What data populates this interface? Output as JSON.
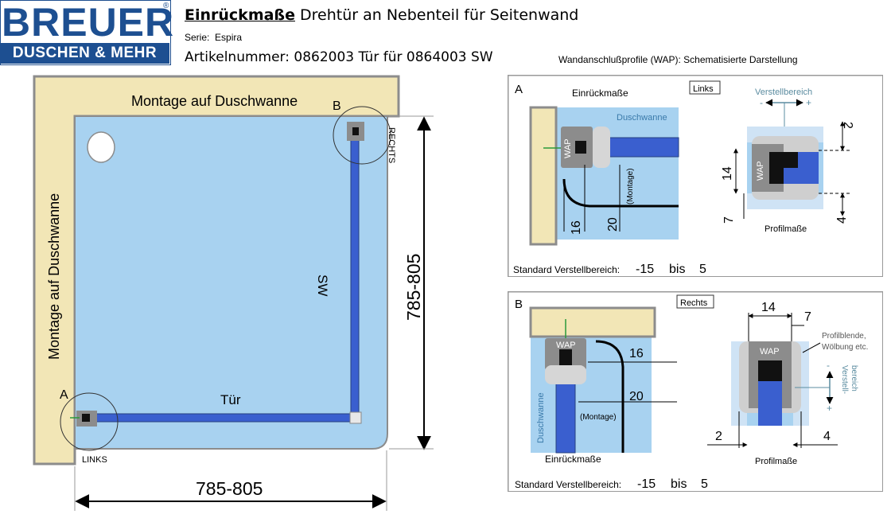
{
  "logo": {
    "brand": "BREUER",
    "registered": "®",
    "tagline": "DUSCHEN & MEHR"
  },
  "header": {
    "title_bold": "Einrückmaße",
    "title_rest": " Drehtür an Nebenteil für Seitenwand",
    "serie_label": "Serie:",
    "serie_value": "Espira",
    "article_label": "Artikelnummer:",
    "article_value": "0862003 Tür  für 0864003 SW"
  },
  "wap_title": "Wandanschlußprofile (WAP): Schematisierte Darstellung",
  "main_drawing": {
    "label_top": "Montage auf Duschwanne",
    "label_left": "Montage auf Duschwanne",
    "label_door": "Tür",
    "label_sidewall": "SW",
    "corner_a": "A",
    "corner_b": "B",
    "corner_links": "LINKS",
    "corner_rechts": "RECHTS",
    "dim_width": "785-805",
    "dim_depth": "785-805"
  },
  "panel_a": {
    "letter": "A",
    "heading": "Einrückmaße",
    "tag": "Links",
    "tray": "Duschwanne",
    "wap": "WAP",
    "montage": "(Montage)",
    "dim_16": "16",
    "dim_20": "20",
    "adjust_label": "Verstellbereich",
    "minus": "-",
    "plus": "+",
    "dim_2": "2",
    "dim_14": "14",
    "dim_7": "7",
    "dim_4": "4",
    "profile_caption": "Profilmaße",
    "std_label": "Standard Verstellbereich:",
    "std_from": "-15",
    "std_bis": "bis",
    "std_to": "5"
  },
  "panel_b": {
    "letter": "B",
    "tag": "Rechts",
    "wap": "WAP",
    "tray": "Duschwanne",
    "montage": "(Montage)",
    "dim_16": "16",
    "dim_20": "20",
    "heading": "Einrückmaße",
    "dim_14": "14",
    "dim_7": "7",
    "profile_note_1": "Profilblende,",
    "profile_note_2": "Wölbung etc.",
    "adjust_1": "Verstell-",
    "adjust_2": "bereich",
    "minus": "-",
    "plus": "+",
    "dim_2": "2",
    "dim_4": "4",
    "profile_caption": "Profilmaße",
    "std_label": "Standard Verstellbereich:",
    "std_from": "-15",
    "std_bis": "bis",
    "std_to": "5"
  },
  "colors": {
    "beige": "#f2e6b6",
    "tray": "#a8d2f0",
    "profile_blue": "#3a5fcf",
    "dark_blue": "#1d4f91",
    "grey": "#8c8c8c"
  }
}
